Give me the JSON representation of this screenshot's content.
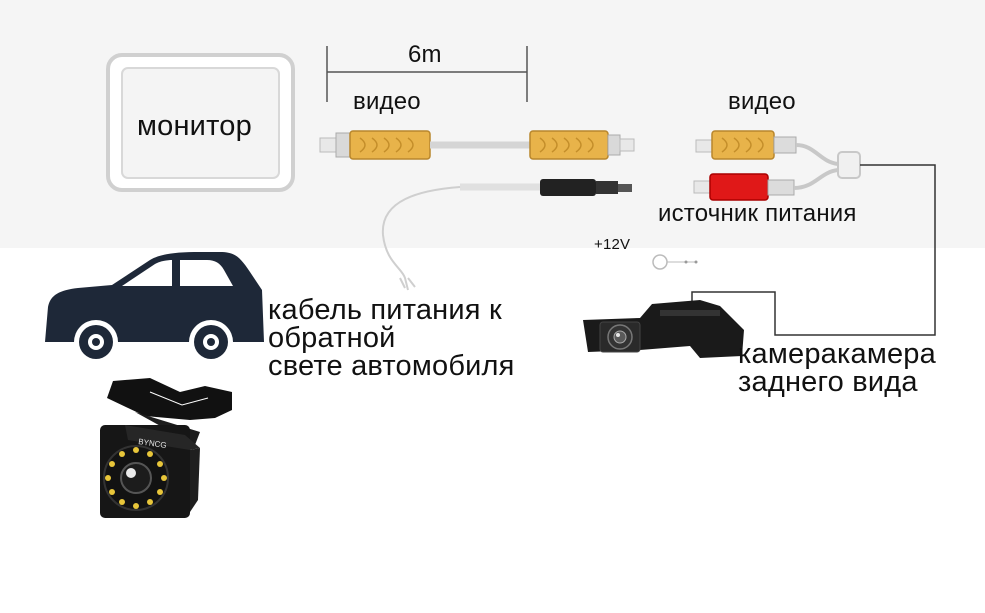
{
  "monitor_label": "монитор",
  "cable_length": "6m",
  "video_label_left": "видео",
  "video_label_right": "видео",
  "power_source_label": "источник питания",
  "voltage_label": "+12V",
  "power_cable_label": "кабель питания к\nобратной\nсвете автомобиля",
  "camera_label": "камеракамера\nзаднего вида",
  "camera_brand": "BYNCG",
  "colors": {
    "rca_yellow": "#e8b34a",
    "rca_red": "#e01818",
    "plug_black": "#222222",
    "car_body": "#1e2838"
  }
}
